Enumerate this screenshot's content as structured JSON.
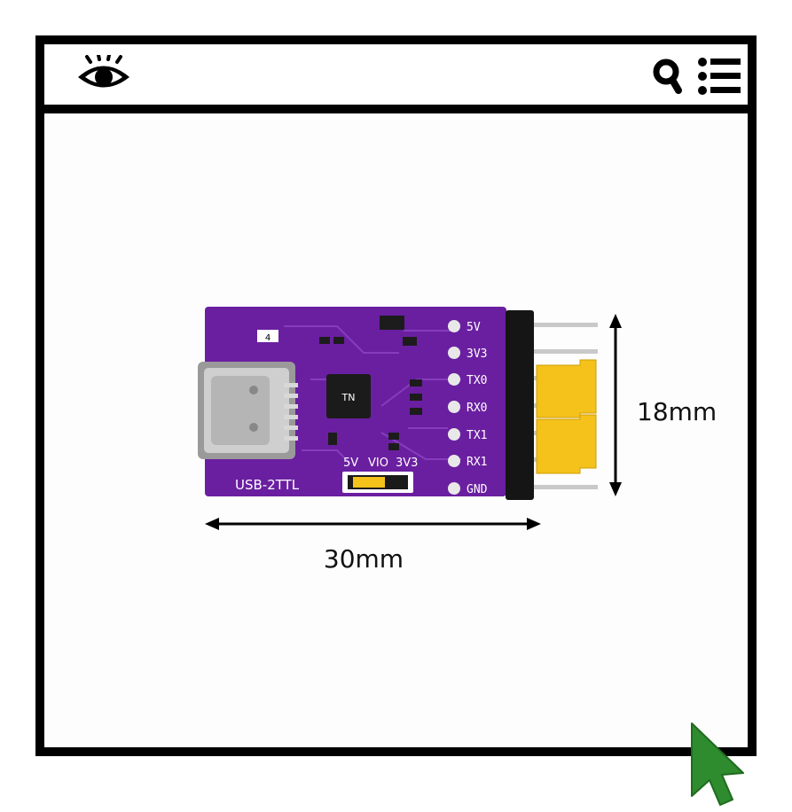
{
  "toolbar": {
    "icons": [
      "eye-icon",
      "search-icon",
      "menu-list-icon"
    ]
  },
  "product": {
    "board_label": "USB-2TTL",
    "pins": [
      "5V",
      "3V3",
      "TX0",
      "RX0",
      "TX1",
      "RX1",
      "GND"
    ],
    "voltage_labels": [
      "5V",
      "VIO",
      "3V3"
    ],
    "chip_marking": "TN",
    "regulator_marking": "4",
    "dimensions": {
      "width": "30mm",
      "height": "18mm"
    }
  },
  "colors": {
    "pcb": "#6a1fa0",
    "jumper": "#f5c21b",
    "cursor": "#2e8b2e",
    "frame": "#000000"
  }
}
